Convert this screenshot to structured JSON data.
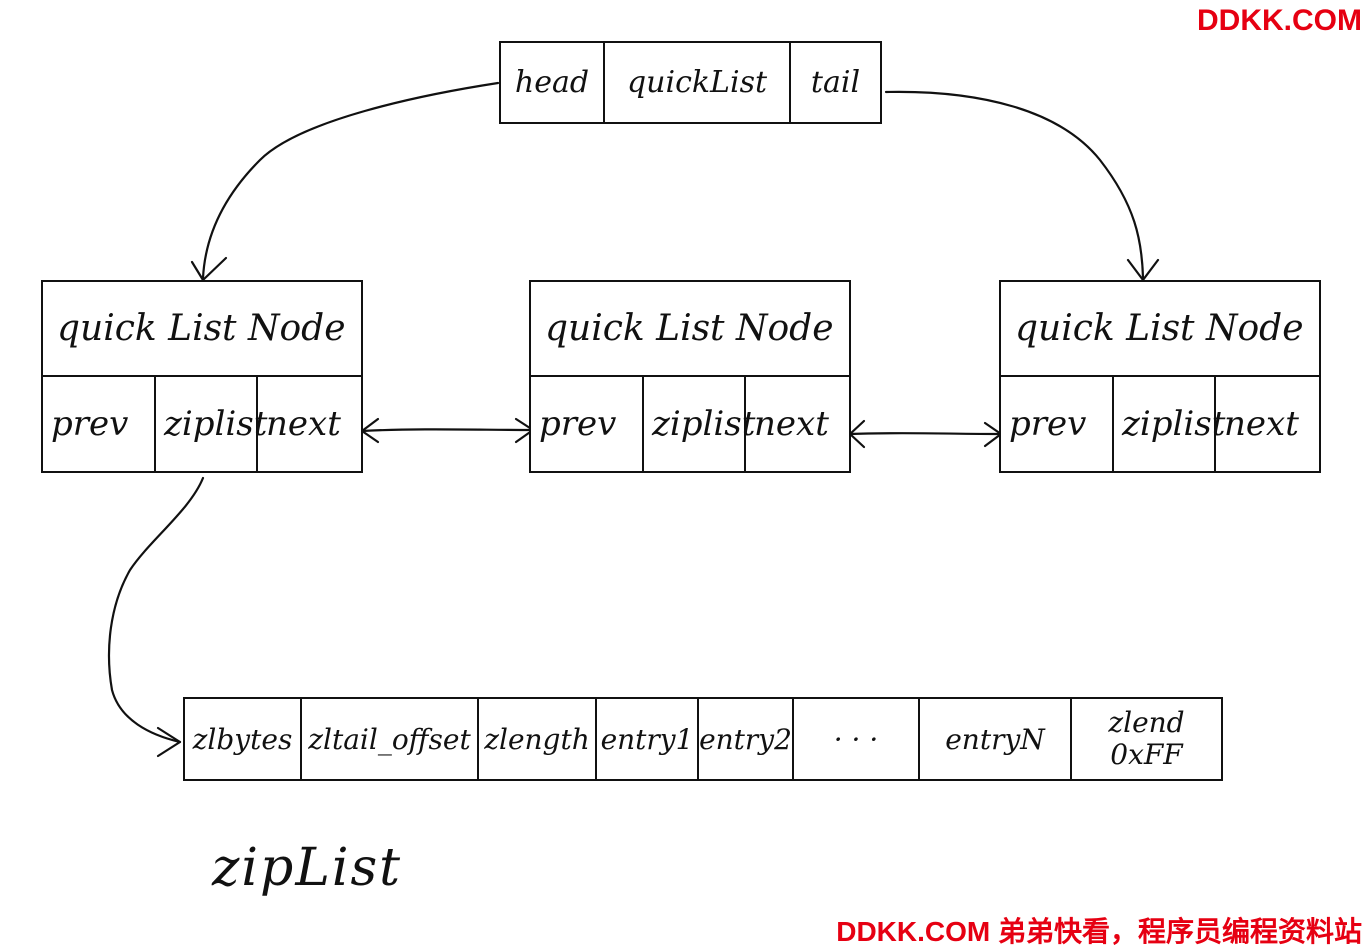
{
  "watermark": {
    "top": "DDKK.COM",
    "bottom": "DDKK.COM 弟弟快看，程序员编程资料站"
  },
  "quicklist": {
    "head": "head",
    "label": "quickList",
    "tail": "tail"
  },
  "nodes": [
    {
      "title": "quick List Node",
      "prev": "prev",
      "ziplist": "ziplist",
      "next": "next"
    },
    {
      "title": "quick List Node",
      "prev": "prev",
      "ziplist": "ziplist",
      "next": "next"
    },
    {
      "title": "quick List Node",
      "prev": "prev",
      "ziplist": "ziplist",
      "next": "next"
    }
  ],
  "ziplist": {
    "cells": [
      "zlbytes",
      "zltail_offset",
      "zlength",
      "entry1",
      "entry2",
      "· · ·",
      "entryN"
    ],
    "zlend": "zlend",
    "zlend_value": "0xFF",
    "caption": "zipList"
  },
  "colors": {
    "ink": "#111111",
    "watermark": "#e60012"
  }
}
